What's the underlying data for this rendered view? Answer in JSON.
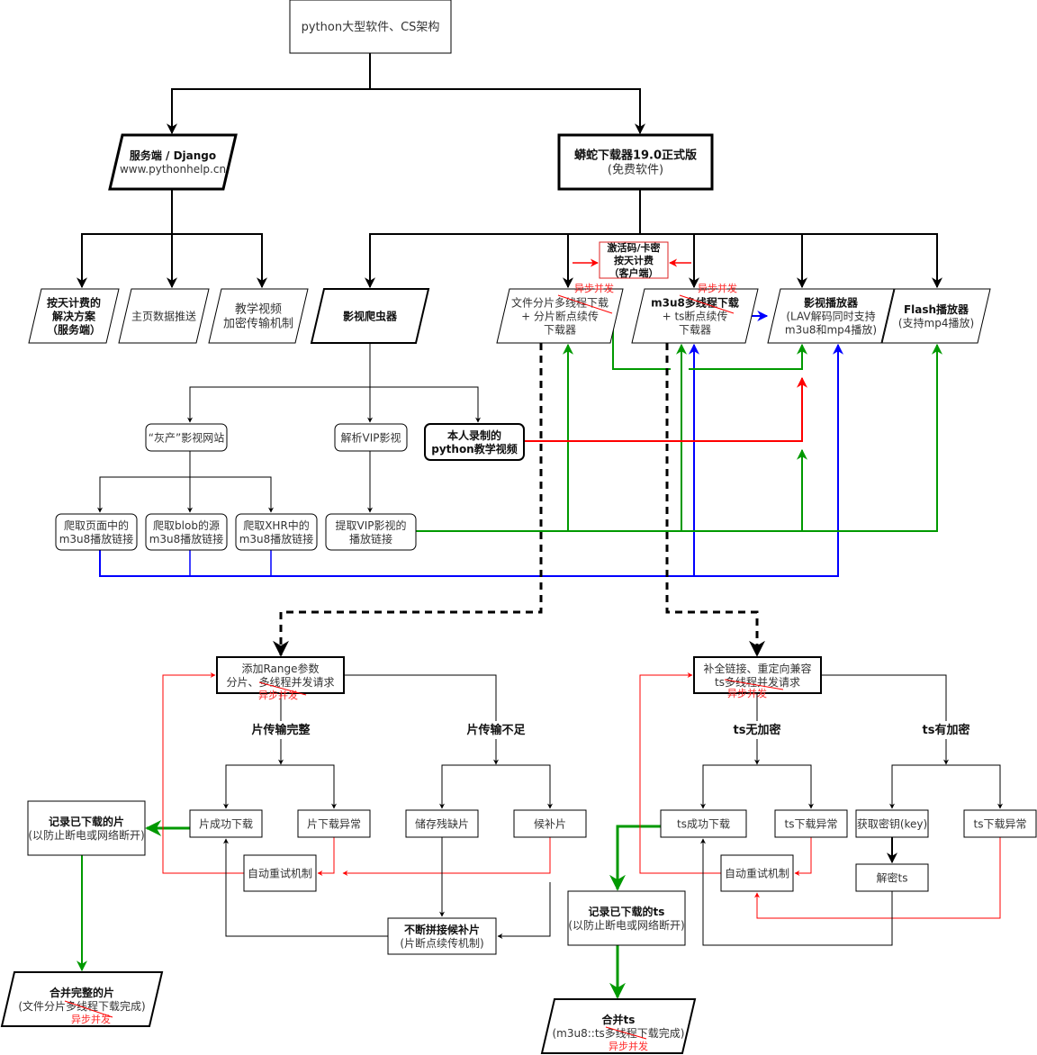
{
  "colors": {
    "black": "#000000",
    "green": "#009900",
    "blue": "#0000ff",
    "red": "#ff0000"
  },
  "nodes": {
    "root": {
      "lines": [
        "python大型软件、CS架构"
      ]
    },
    "server": {
      "lines": [
        "服务端 / Django",
        "www.pythonhelp.cn"
      ]
    },
    "downloader": {
      "lines": [
        "蟒蛇下载器19.0正式版",
        "(免费软件)"
      ]
    },
    "server_billing": {
      "lines": [
        "按天计费的",
        "解决方案",
        "（服务端）"
      ]
    },
    "server_push": {
      "lines": [
        "主页数据推送"
      ]
    },
    "server_video": {
      "lines": [
        "教学视频",
        "加密传输机制"
      ]
    },
    "crawler": {
      "lines": [
        "影视爬虫器"
      ]
    },
    "activation": {
      "lines": [
        "激活码/卡密",
        "按天计费",
        "（客户端）"
      ]
    },
    "file_dl": {
      "lines": [
        "文件分片多线程下载",
        "+ 分片断点续传",
        "下载器"
      ],
      "annotation": "异步并发"
    },
    "m3u8_dl": {
      "lines": [
        "m3u8多线程下载",
        "+ ts断点续传",
        "下载器"
      ],
      "annotation": "异步并发"
    },
    "player": {
      "lines": [
        "影视播放器",
        "(LAV解码同时支持",
        "m3u8和mp4播放)"
      ]
    },
    "flash": {
      "lines": [
        "Flash播放器",
        "(支持mp4播放)"
      ]
    },
    "grey_site": {
      "lines": [
        "“灰产”影视网站"
      ]
    },
    "vip_parse": {
      "lines": [
        "解析VIP影视"
      ]
    },
    "own_video": {
      "lines": [
        "本人录制的",
        "python教学视频"
      ]
    },
    "crawl_page": {
      "lines": [
        "爬取页面中的",
        "m3u8播放链接"
      ]
    },
    "crawl_blob": {
      "lines": [
        "爬取blob的源",
        "m3u8播放链接"
      ]
    },
    "crawl_xhr": {
      "lines": [
        "爬取XHR中的",
        "m3u8播放链接"
      ]
    },
    "vip_extract": {
      "lines": [
        "提取VIP影视的",
        "播放链接"
      ]
    },
    "range_req": {
      "lines": [
        "添加Range参数",
        "分片、多线程并发请求"
      ],
      "annotation": "异步并发"
    },
    "ts_req": {
      "lines": [
        "补全链接、重定向兼容",
        "ts多线程并发请求"
      ],
      "annotation": "异步并发"
    },
    "piece_ok": {
      "lines": [
        "片成功下载"
      ]
    },
    "piece_err": {
      "lines": [
        "片下载异常"
      ]
    },
    "store_missing": {
      "lines": [
        "储存残缺片"
      ]
    },
    "candidate": {
      "lines": [
        "候补片"
      ]
    },
    "retry_left": {
      "lines": [
        "自动重试机制"
      ]
    },
    "splice": {
      "lines": [
        "不断拼接候补片",
        "(片断点续传机制)"
      ]
    },
    "record_piece": {
      "lines": [
        "记录已下载的片",
        "(以防止断电或网络断开)"
      ]
    },
    "merge_piece": {
      "lines": [
        "合并完整的片",
        "(文件分片多线程下载完成)"
      ],
      "annotation": "异步并发"
    },
    "ts_ok": {
      "lines": [
        "ts成功下载"
      ]
    },
    "ts_err1": {
      "lines": [
        "ts下载异常"
      ]
    },
    "get_key": {
      "lines": [
        "获取密钥(key)"
      ]
    },
    "ts_err2": {
      "lines": [
        "ts下载异常"
      ]
    },
    "retry_right": {
      "lines": [
        "自动重试机制"
      ]
    },
    "decrypt": {
      "lines": [
        "解密ts"
      ]
    },
    "record_ts": {
      "lines": [
        "记录已下载的ts",
        "(以防止断电或网络断开)"
      ]
    },
    "merge_ts": {
      "lines": [
        "合并ts",
        "(m3u8::ts多线程下载完成)"
      ],
      "annotation": "异步并发"
    }
  },
  "edge_labels": {
    "piece_complete": "片传输完整",
    "piece_insufficient": "片传输不足",
    "ts_no_encrypt": "ts无加密",
    "ts_encrypt": "ts有加密"
  }
}
